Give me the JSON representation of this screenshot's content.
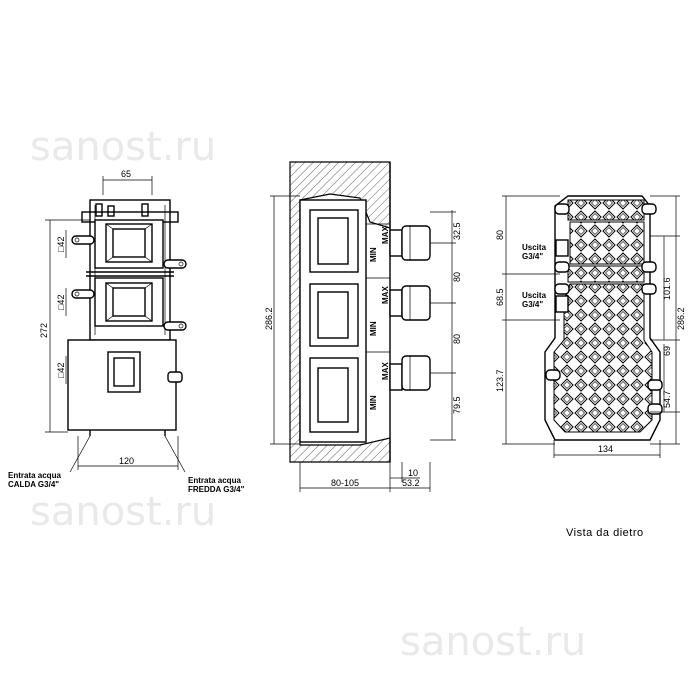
{
  "watermark": "sanost.ru",
  "caption": "Vista da dietro",
  "front_view": {
    "dim_width_top": "65",
    "dim_bottom_width": "120",
    "dim_height_total": "272",
    "square_1": "□42",
    "square_2": "□42",
    "square_3": "□42",
    "label_hot_line1": "Entrata acqua",
    "label_hot_line2": "CALDA G3/4\"",
    "label_cold_line1": "Entrata acqua",
    "label_cold_line2": "FREDDA G3/4\""
  },
  "side_view": {
    "dim_height": "286.2",
    "dim_top_offset": "32.5",
    "dim_spacing_1": "80",
    "dim_spacing_2": "80",
    "dim_bottom_offset": "79.5",
    "dim_wall_depth": "80-105",
    "dim_protrusion": "10",
    "dim_depth": "53.2",
    "label_min": "MIN",
    "label_max": "MAX"
  },
  "rear_view": {
    "dim_top": "80",
    "dim_mid": "68.5",
    "dim_bottom": "123.7",
    "dim_right_upper": "101.6",
    "dim_right_total": "286.2",
    "dim_right_lower": "69",
    "dim_right_bottom": "54.7",
    "dim_width": "134",
    "outlet_1_line1": "Uscita",
    "outlet_1_line2": "G3/4\"",
    "outlet_2_line1": "Uscita",
    "outlet_2_line2": "G3/4\""
  }
}
